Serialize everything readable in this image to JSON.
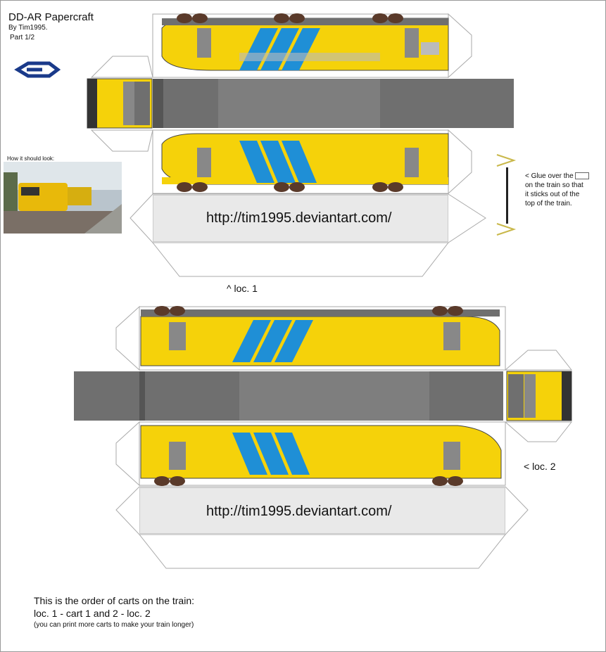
{
  "header": {
    "title": "DD-AR Papercraft",
    "author": "By Tim1995.",
    "part": "Part 1/2"
  },
  "preview": {
    "caption": "How it should look:"
  },
  "loc1": {
    "label": "^ loc. 1",
    "url": "http://tim1995.deviantart.com/"
  },
  "loc2": {
    "label": "< loc. 2",
    "url": "http://tim1995.deviantart.com/"
  },
  "glue_note": {
    "line1": "< Glue over the",
    "line2": "on the train so that",
    "line3": "it sticks out of the",
    "line4": "top of the train."
  },
  "footer": {
    "line1": "This is the order of carts on the train:",
    "line2": "loc. 1 - cart 1 and 2 - loc. 2",
    "line3": "(you can print more carts to make your train longer)"
  },
  "colors": {
    "train_yellow": "#f5d20a",
    "stripe_blue": "#1f8fd6",
    "roof_gray": "#6f6f6f",
    "window_gray": "#b8b8b8",
    "ns_blue": "#1a3a8a"
  }
}
